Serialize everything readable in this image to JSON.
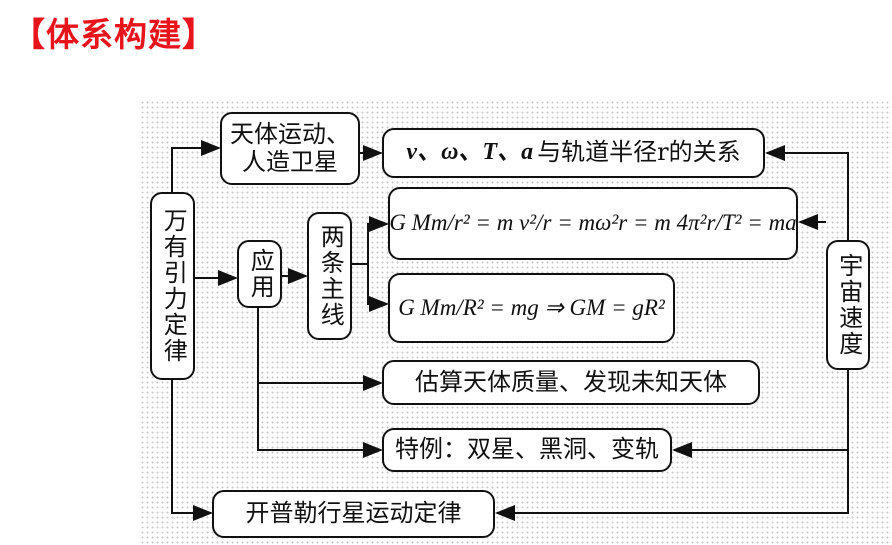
{
  "title": "【体系构建】",
  "colors": {
    "title": "#e8141b",
    "line": "#111111"
  },
  "nodes": {
    "law": "万有引力定律",
    "motion": "天体运动、人造卫星",
    "relation_vars": "v、ω、T、a",
    "relation_text": "与轨道半径r的关系",
    "apply": "应用",
    "two_lines": "两条主线",
    "formula1": "G Mm/r² = m v²/r = mω²r = m 4π²r/T² = ma",
    "formula2": "G Mm/R² = mg ⇒ GM = gR²",
    "estimate": "估算天体质量、发现未知天体",
    "special": "特例：双星、黑洞、变轨",
    "kepler": "开普勒行星运动定律",
    "cosmic": "宇宙速度"
  }
}
